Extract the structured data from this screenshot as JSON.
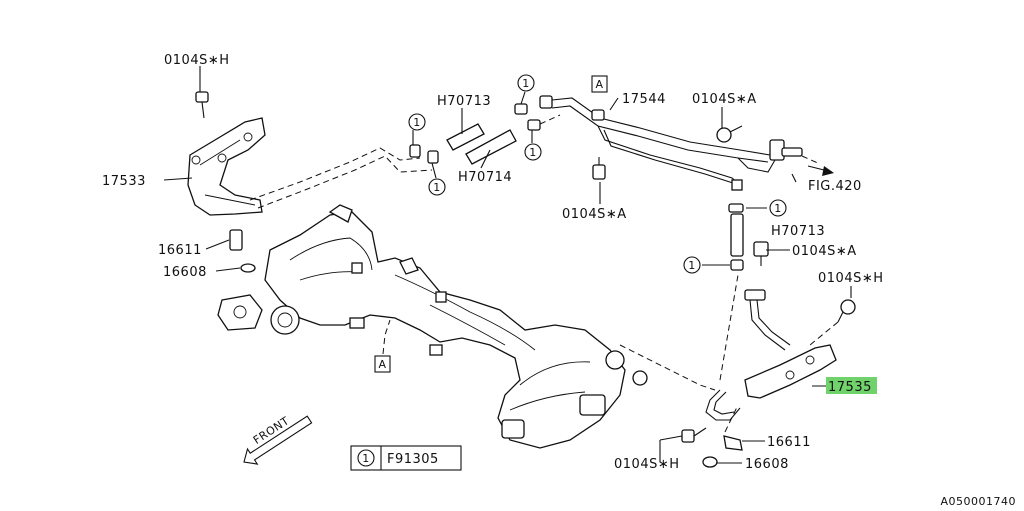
{
  "callouts": {
    "bolt_h_top": "0104S∗H",
    "bracket_17533": "17533",
    "injector_16611_left": "16611",
    "oring_16608_left": "16608",
    "hose_h70713_top": "H70713",
    "hose_h70714": "H70714",
    "pipe_17544": "17544",
    "bolt_a_top": "0104S∗A",
    "fig_ref": "FIG.420",
    "bolt_a_mid": "0104S∗A",
    "hose_h70713_right": "H70713",
    "bolt_a_right": "0104S∗A",
    "bolt_h_right": "0104S∗H",
    "rail_17535": "17535",
    "injector_16611_right": "16611",
    "oring_16608_right": "16608",
    "bolt_h_bottom": "0104S∗H"
  },
  "circle_markers": {
    "clip_number": "1",
    "ref_a": "A"
  },
  "legend": {
    "number": "1",
    "part": "F91305"
  },
  "front_label": "FRONT",
  "diagram_code": "A050001740",
  "highlight_color": "#6fd26a"
}
